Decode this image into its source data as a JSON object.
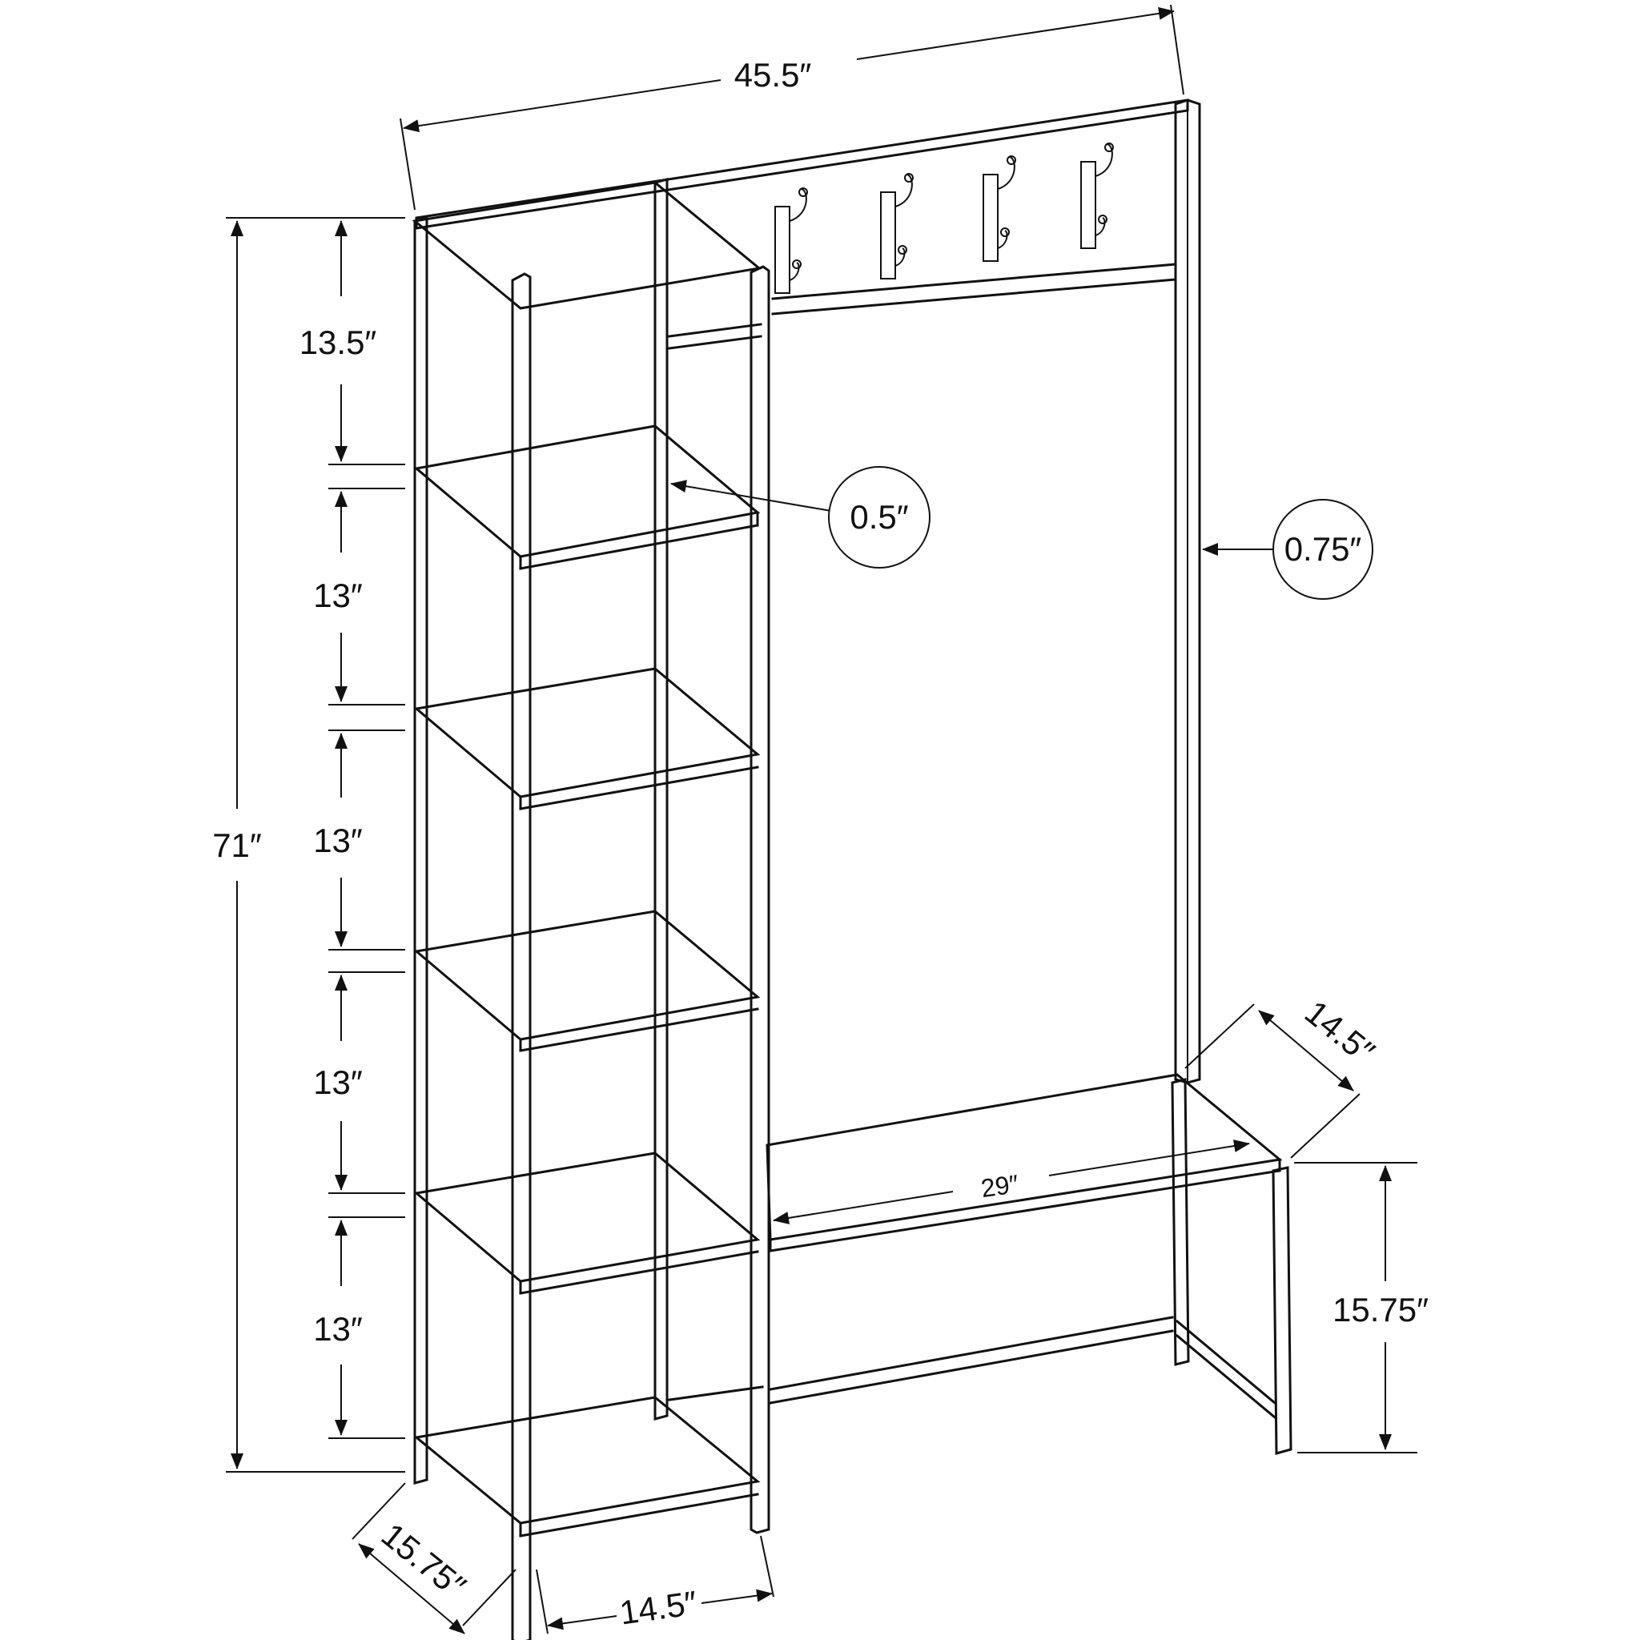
{
  "dimensions": {
    "overall_width": "45.5″",
    "overall_height": "71″",
    "shelf_gap_top": "13.5″",
    "shelf_gap_2": "13″",
    "shelf_gap_3": "13″",
    "shelf_gap_4": "13″",
    "shelf_gap_5": "13″",
    "shelf_thickness": "0.5″",
    "frame_thickness": "0.75″",
    "bench_depth": "14.5″",
    "bench_width": "29″",
    "bench_height": "15.75″",
    "tower_depth": "15.75″",
    "tower_width": "14.5″"
  },
  "colors": {
    "line": "#111111",
    "background": "#ffffff"
  }
}
